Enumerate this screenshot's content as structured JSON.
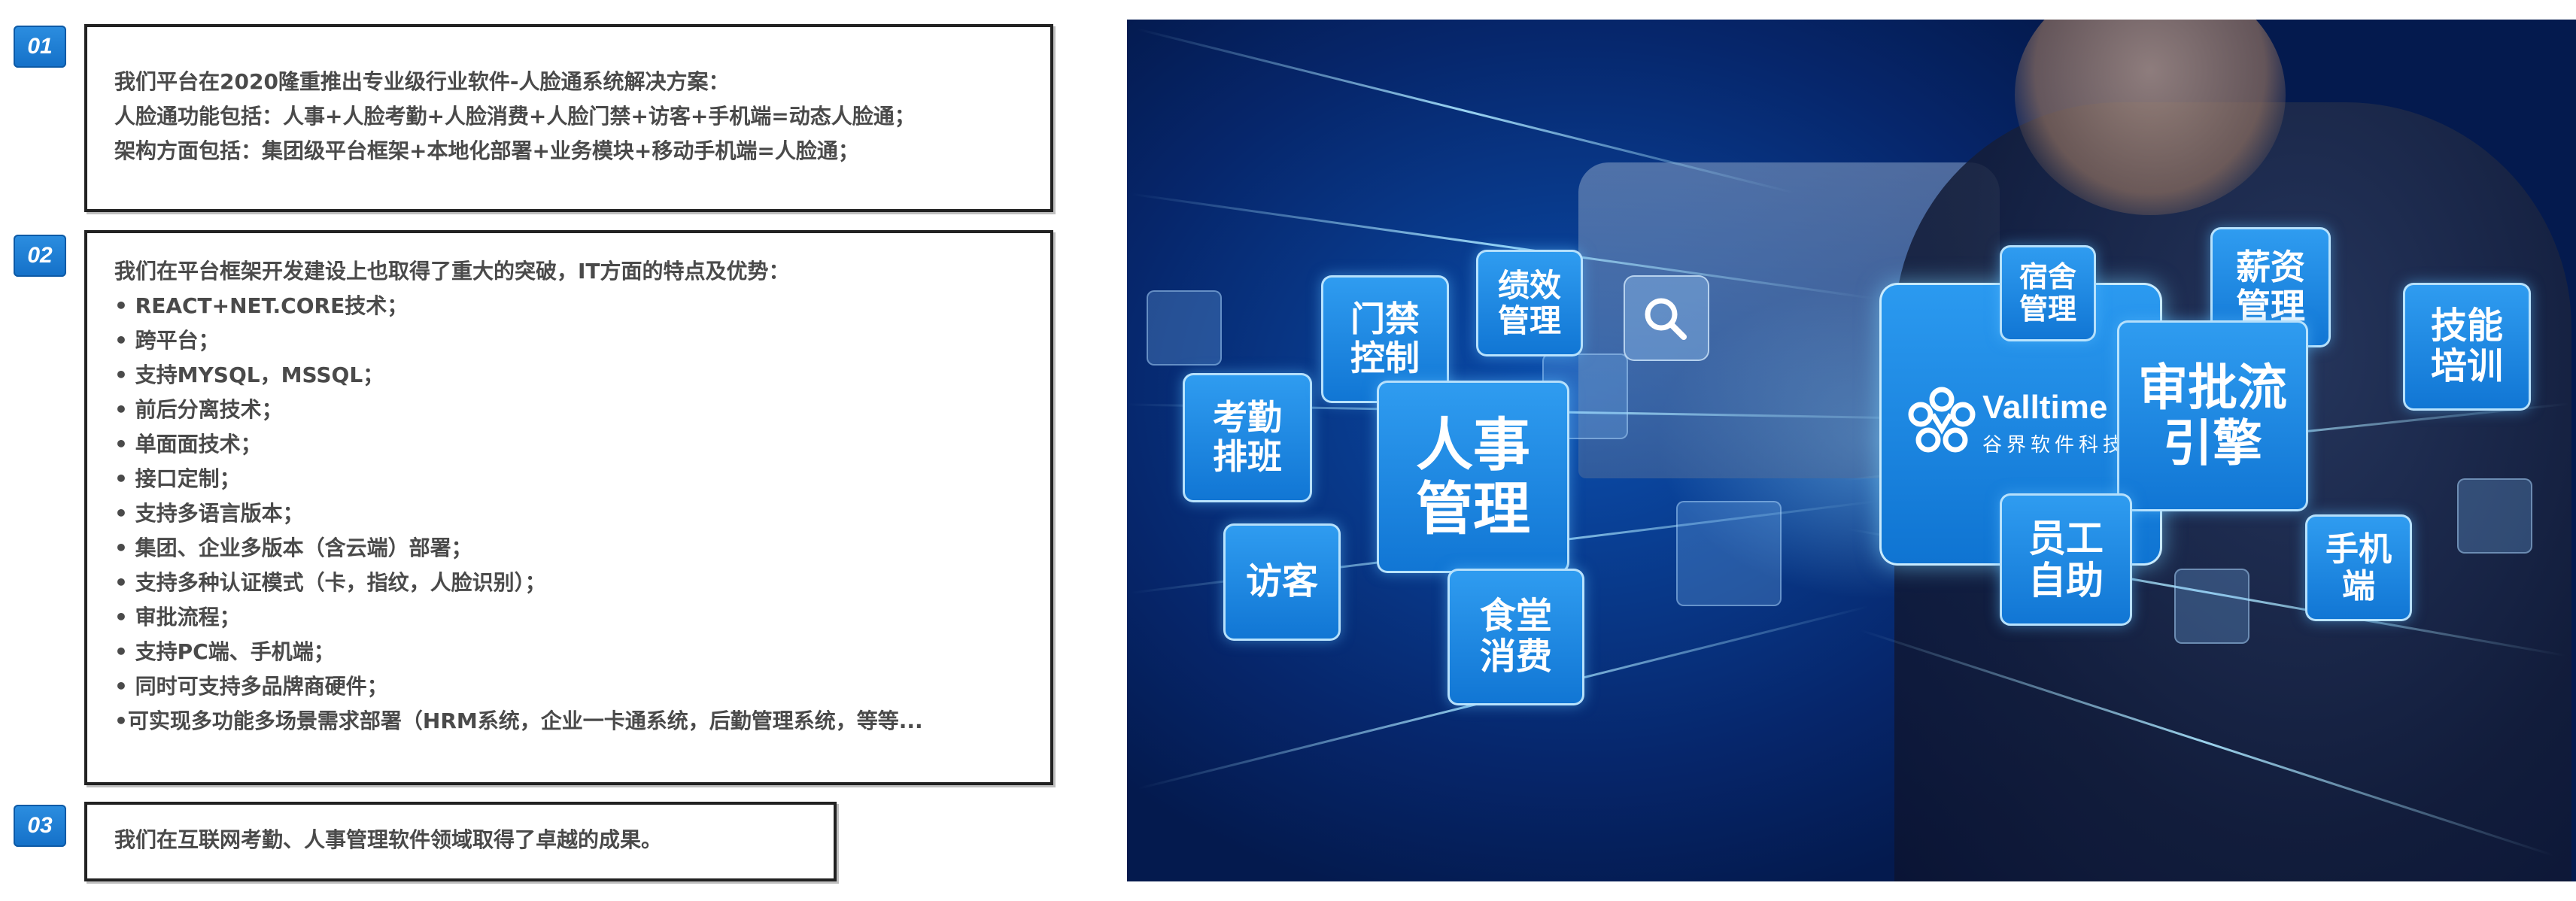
{
  "sections": [
    {
      "badge": "01",
      "lines": [
        "我们平台在2020隆重推出专业级行业软件-人脸通系统解决方案：",
        "人脸通功能包括：人事+人脸考勤+人脸消费+人脸门禁+访客+手机端=动态人脸通；",
        "架构方面包括：集团级平台框架+本地化部署+业务模块+移动手机端=人脸通；"
      ]
    },
    {
      "badge": "02",
      "lines": [
        "我们在平台框架开发建设上也取得了重大的突破，IT方面的特点及优势：",
        "• REACT+NET.CORE技术；",
        "• 跨平台；",
        "• 支持MYSQL，MSSQL；",
        "• 前后分离技术；",
        "• 单面面技术；",
        "• 接口定制；",
        "• 支持多语言版本；",
        "• 集团、企业多版本（含云端）部署；",
        "• 支持多种认证模式（卡，指纹，人脸识别）；",
        "• 审批流程；",
        "• 支持PC端、手机端；",
        "• 同时可支持多品牌商硬件；",
        "•可实现多功能多场景需求部署（HRM系统，企业一卡通系统，后勤管理系统，等等..."
      ]
    },
    {
      "badge": "03",
      "lines": [
        "我们在互联网考勤、人事管理软件领域取得了卓越的成果。"
      ]
    }
  ],
  "scene": {
    "brand_name": "Valltime",
    "brand_sub": "谷界软件科技",
    "search_icon": "search-icon",
    "tiles": {
      "attendance": "考勤\n排班",
      "access": "门禁\n控制",
      "performance": "绩效\n管理",
      "hr": "人事\n管理",
      "visitor": "访客",
      "canteen": "食堂\n消费",
      "dorm": "宿舍\n管理",
      "salary": "薪资\n管理",
      "approval": "审批流\n引擎",
      "self_service": "员工\n自助",
      "skills": "技能\n培训",
      "mobile": "手机\n端"
    }
  },
  "colors": {
    "accent": "#1a7fd8",
    "border": "#222222"
  }
}
